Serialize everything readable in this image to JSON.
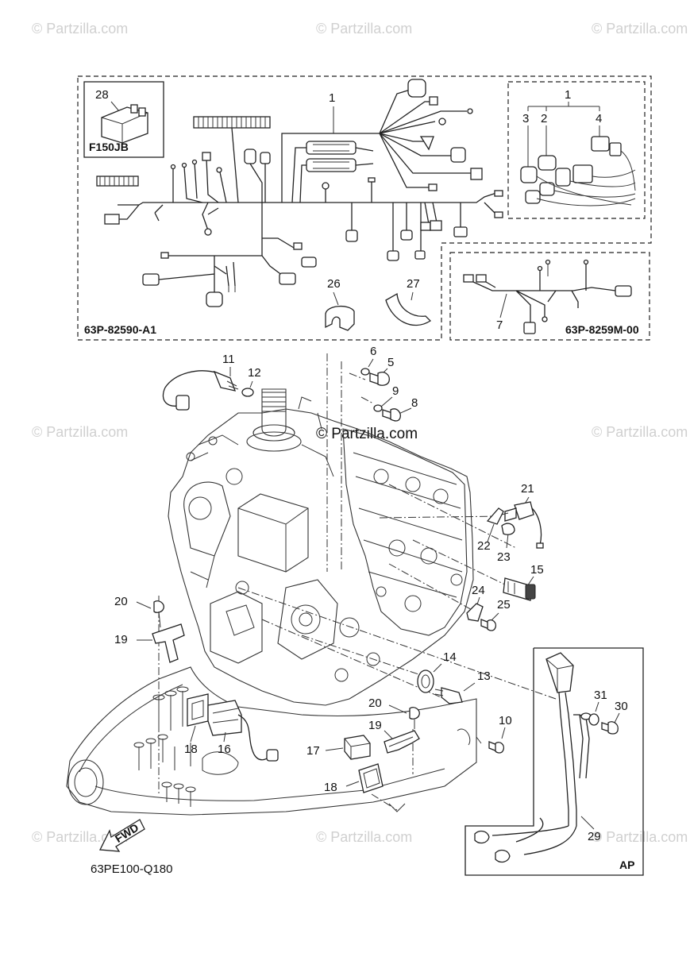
{
  "watermarks": {
    "text": "© Partzilla.com",
    "center_text": "© Partzilla.com"
  },
  "codes": {
    "main_harness": "63P-82590-A1",
    "sub_harness": "63P-8259M-00",
    "drawing": "63PE100-Q180",
    "model_box": "F150JB",
    "ap_box": "AP",
    "fwd_arrow": "FWD"
  },
  "callouts": {
    "c1a": "1",
    "c1b": "1",
    "c2": "2",
    "c3": "3",
    "c4": "4",
    "c5": "5",
    "c6": "6",
    "c7": "7",
    "c8": "8",
    "c9": "9",
    "c10": "10",
    "c11": "11",
    "c12": "12",
    "c13": "13",
    "c14": "14",
    "c15": "15",
    "c16": "16",
    "c17": "17",
    "c18a": "18",
    "c18b": "18",
    "c19a": "19",
    "c19b": "19",
    "c20a": "20",
    "c20b": "20",
    "c21": "21",
    "c22": "22",
    "c23": "23",
    "c24": "24",
    "c25": "25",
    "c26": "26",
    "c27": "27",
    "c28": "28",
    "c29": "29",
    "c30": "30",
    "c31": "31"
  }
}
